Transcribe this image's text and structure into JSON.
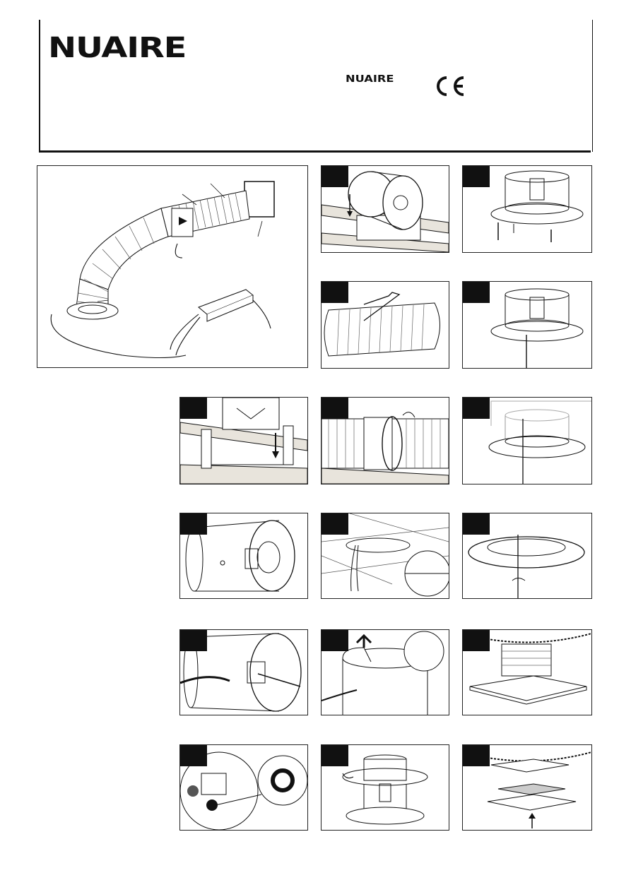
{
  "header": {
    "brand_logo": "NUAIRE",
    "brand_logo_small": "NUAIRE",
    "ce_mark": "CE"
  },
  "figures": {
    "overview": {
      "icon": "ducted-fan-kit-overview-illustration"
    },
    "steps": [
      {
        "id": "1",
        "icon": "fan-on-joists-illustration"
      },
      {
        "id": "2",
        "icon": "duct-clip-illustration"
      },
      {
        "id": "3",
        "icon": "mounting-brackets-illustration"
      },
      {
        "id": "4",
        "icon": "fan-motor-illustration"
      },
      {
        "id": "5",
        "icon": "fan-wiring-illustration"
      },
      {
        "id": "6",
        "icon": "terminal-adjust-illustration"
      },
      {
        "id": "7",
        "icon": "duct-clamp-illustration"
      },
      {
        "id": "8",
        "icon": "ceiling-hole-illustration"
      },
      {
        "id": "9",
        "icon": "cable-entry-illustration"
      },
      {
        "id": "10",
        "icon": "spigot-clamp-illustration"
      },
      {
        "id": "11",
        "icon": "spigot-screws-illustration"
      },
      {
        "id": "12",
        "icon": "spigot-screw-illustration"
      },
      {
        "id": "13",
        "icon": "spigot-ceiling-illustration"
      },
      {
        "id": "14",
        "icon": "ring-screw-illustration"
      },
      {
        "id": "15",
        "icon": "grille-fit-illustration"
      },
      {
        "id": "16",
        "icon": "grille-assembly-illustration"
      }
    ]
  },
  "colors": {
    "ink": "#111111",
    "paper": "#ffffff",
    "wood": "#e8e4dc"
  }
}
